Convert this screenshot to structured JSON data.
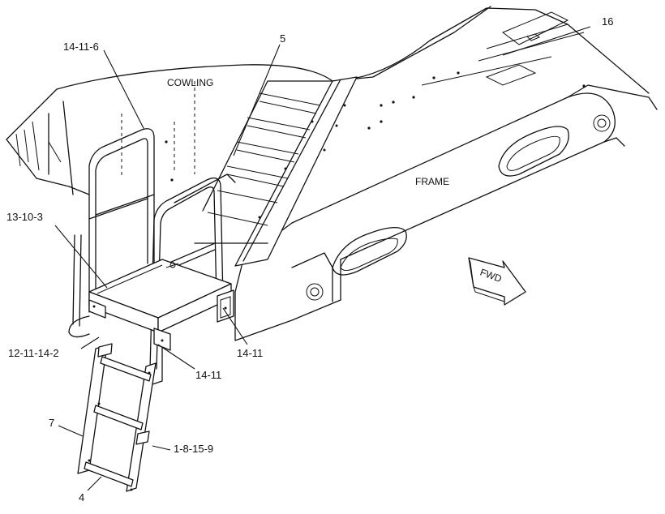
{
  "diagram": {
    "callouts": {
      "c_14_11_6": "14-11-6",
      "c_5": "5",
      "c_16": "16",
      "c_13_10_3": "13-10-3",
      "c_12_11_14_2": "12-11-14-2",
      "c_14_11_right": "14-11",
      "c_14_11_lower": "14-11",
      "c_7": "7",
      "c_1_8_15_9": "1-8-15-9",
      "c_4": "4"
    },
    "labels": {
      "cowling": "COWLING",
      "frame": "FRAME",
      "fwd": "FWD"
    }
  }
}
